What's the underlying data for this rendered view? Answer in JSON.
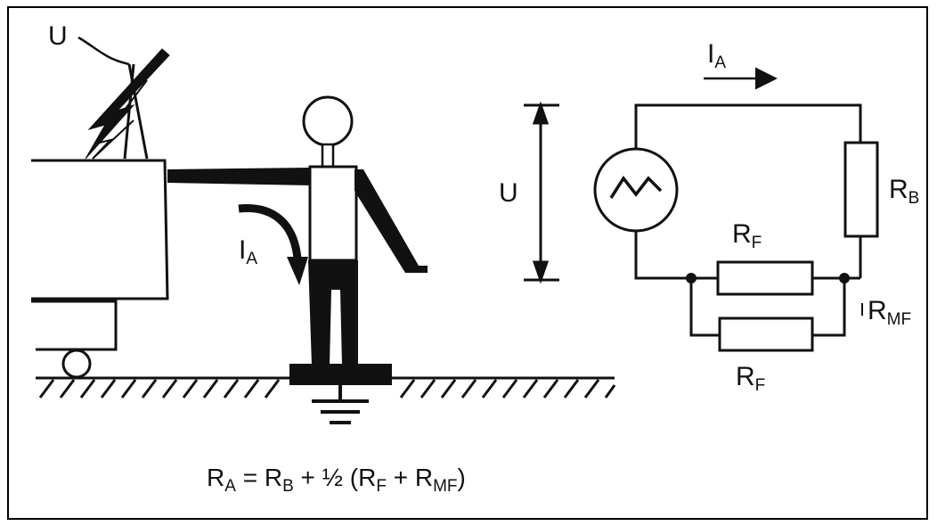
{
  "labels": {
    "voltage_top": "U",
    "current_person_main": "I",
    "current_person_sub": "A",
    "voltage_side": "U",
    "current_circuit_main": "I",
    "current_circuit_sub": "A",
    "rb_main": "R",
    "rb_sub": "B",
    "rf_top_main": "R",
    "rf_top_sub": "F",
    "rmf_main": "R",
    "rmf_sub": "MF",
    "rf_bottom_main": "R",
    "rf_bottom_sub": "F"
  },
  "formula": {
    "ra_main": "R",
    "ra_sub": "A",
    "eq_rb": " = R",
    "rb_sub": "B",
    "half_open": " + ½ (R",
    "rf_sub": "F",
    "plus_r": " + R",
    "rmf_sub": "MF",
    "close": ")"
  },
  "colors": {
    "ink": "#111111",
    "background": "#ffffff"
  }
}
